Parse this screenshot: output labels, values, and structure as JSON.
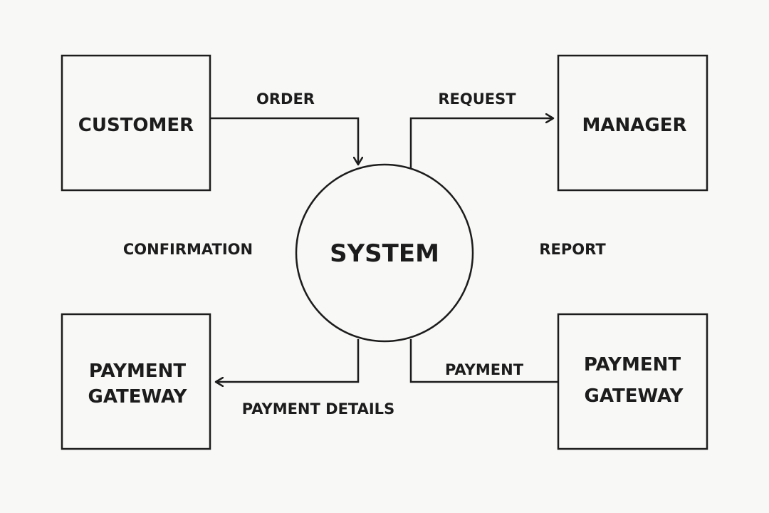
{
  "colors": {
    "background": "#f8f8f6",
    "stroke": "#1c1c1c",
    "text": "#1c1c1c"
  },
  "nodes": {
    "customer": {
      "label": "CUSTOMER"
    },
    "manager": {
      "label": "MANAGER"
    },
    "system": {
      "label": "SYSTEM"
    },
    "payment_gateway_left": {
      "line1": "PAYMENT",
      "line2": "GATEWAY"
    },
    "payment_gateway_right": {
      "line1": "PAYMENT",
      "line2": "GATEWAY"
    }
  },
  "edges": {
    "order": "ORDER",
    "request": "REQUEST",
    "confirmation": "CONFIRMATION",
    "report": "REPORT",
    "payment_details": "PAYMENT DETAILS",
    "payment": "PAYMENT"
  }
}
